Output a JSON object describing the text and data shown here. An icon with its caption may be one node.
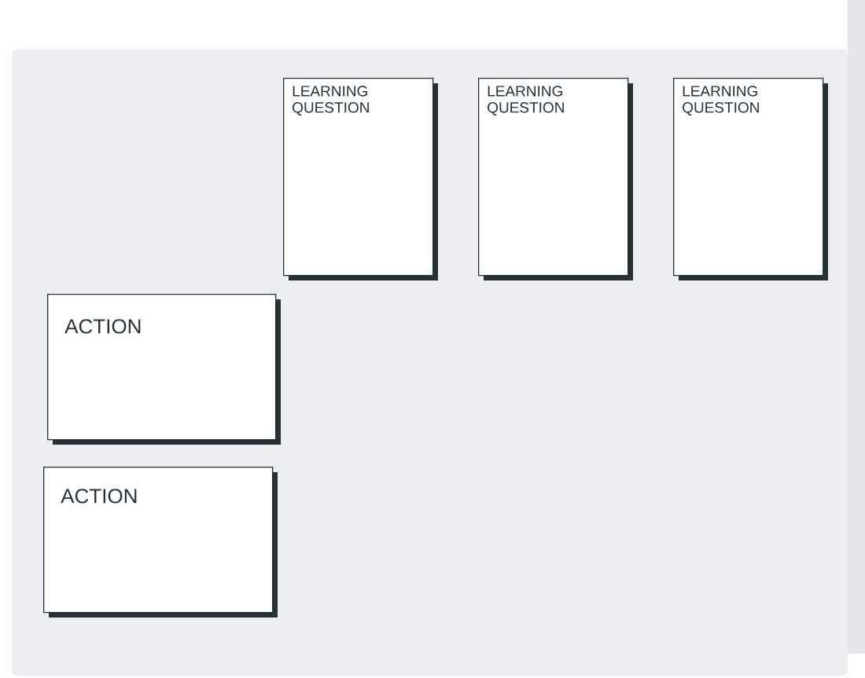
{
  "diagram": {
    "nodes": [
      {
        "text": [
          "LEARNING QUESTION"
        ]
      },
      {
        "text": [
          "LEARNING QUESTION"
        ]
      },
      {
        "text": [
          "LEARNING QUESTION"
        ]
      },
      {
        "text": [
          "ACTION"
        ]
      },
      {
        "text": [
          "ACTION"
        ]
      }
    ]
  }
}
